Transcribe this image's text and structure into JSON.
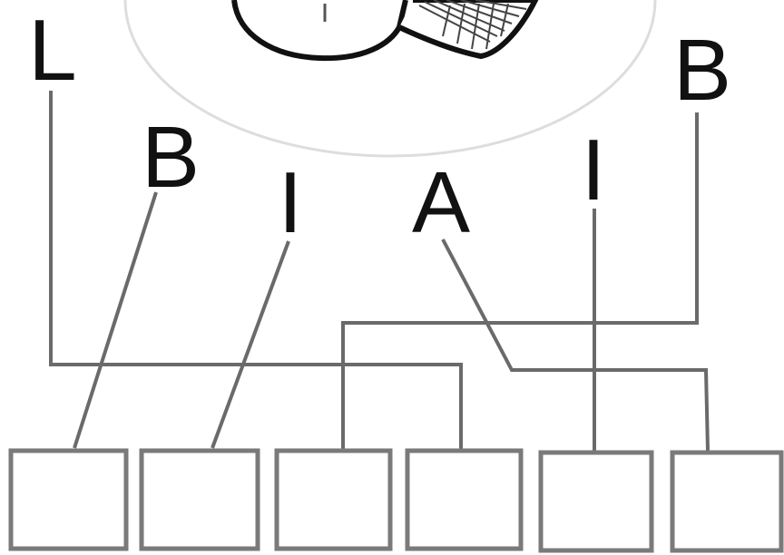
{
  "labels": {
    "l": "L",
    "b_left": "B",
    "i_left": "I",
    "a": "A",
    "i_right": "I",
    "b_right": "B"
  },
  "answer_boxes": [
    "",
    "",
    "",
    "",
    "",
    ""
  ],
  "colors": {
    "ink": "#111111",
    "line": "#6a6a6a",
    "box": "#7a7a7a",
    "circle": "#dddddd"
  }
}
